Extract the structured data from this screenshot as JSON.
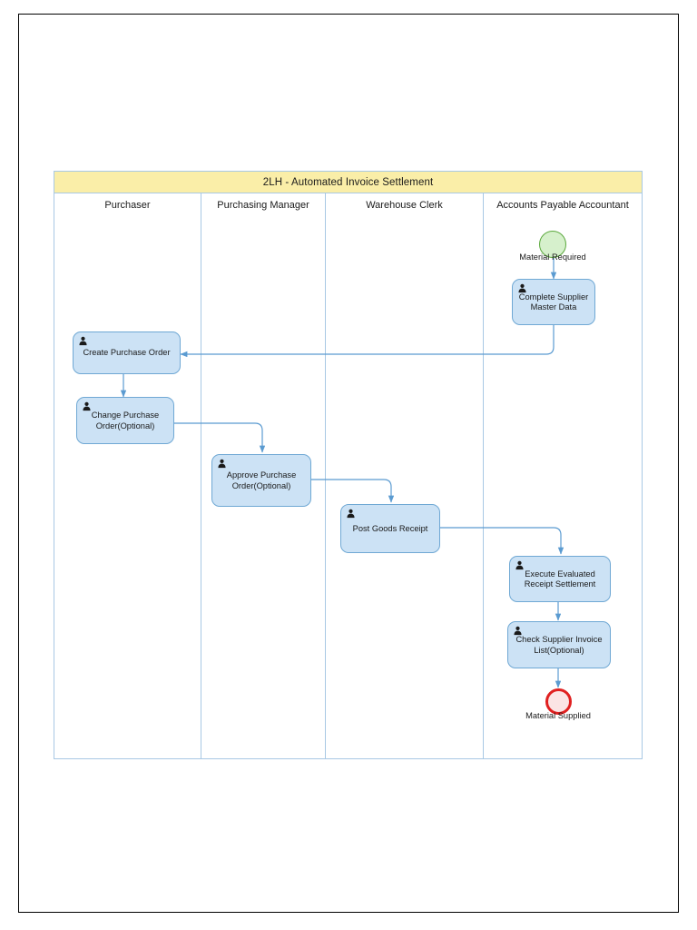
{
  "diagram": {
    "pool_title": "2LH - Automated Invoice Settlement",
    "lanes": [
      {
        "id": "purchaser",
        "label": "Purchaser"
      },
      {
        "id": "purchasing-manager",
        "label": "Purchasing Manager"
      },
      {
        "id": "warehouse-clerk",
        "label": "Warehouse Clerk"
      },
      {
        "id": "accounts-payable-accountant",
        "label": "Accounts Payable Accountant"
      }
    ],
    "events": [
      {
        "id": "start-material-required",
        "type": "start",
        "label": "Material Required"
      },
      {
        "id": "end-material-supplied",
        "type": "end",
        "label": "Material Supplied"
      }
    ],
    "tasks": [
      {
        "id": "complete-supplier-master-data",
        "label": "Complete Supplier Master Data",
        "lane": "accounts-payable-accountant",
        "marker": "user"
      },
      {
        "id": "create-purchase-order",
        "label": "Create Purchase Order",
        "lane": "purchaser",
        "marker": "user"
      },
      {
        "id": "change-purchase-order-optional",
        "label": "Change Purchase Order(Optional)",
        "lane": "purchaser",
        "marker": "user"
      },
      {
        "id": "approve-purchase-order-optional",
        "label": "Approve Purchase Order(Optional)",
        "lane": "purchasing-manager",
        "marker": "user"
      },
      {
        "id": "post-goods-receipt",
        "label": "Post Goods Receipt",
        "lane": "warehouse-clerk",
        "marker": "user"
      },
      {
        "id": "execute-evaluated-receipt-settlement",
        "label": "Execute Evaluated Receipt Settlement",
        "lane": "accounts-payable-accountant",
        "marker": "user"
      },
      {
        "id": "check-supplier-invoice-list-optional",
        "label": "Check Supplier Invoice List(Optional)",
        "lane": "accounts-payable-accountant",
        "marker": "user"
      }
    ],
    "flows": [
      {
        "from": "start-material-required",
        "to": "complete-supplier-master-data"
      },
      {
        "from": "complete-supplier-master-data",
        "to": "create-purchase-order"
      },
      {
        "from": "create-purchase-order",
        "to": "change-purchase-order-optional"
      },
      {
        "from": "change-purchase-order-optional",
        "to": "approve-purchase-order-optional"
      },
      {
        "from": "approve-purchase-order-optional",
        "to": "post-goods-receipt"
      },
      {
        "from": "post-goods-receipt",
        "to": "execute-evaluated-receipt-settlement"
      },
      {
        "from": "execute-evaluated-receipt-settlement",
        "to": "check-supplier-invoice-list-optional"
      },
      {
        "from": "check-supplier-invoice-list-optional",
        "to": "end-material-supplied"
      }
    ],
    "colors": {
      "pool_title_bg": "#faeea8",
      "lane_border": "#a8c8e4",
      "task_fill": "#cce2f5",
      "task_border": "#6fa8d4",
      "connector": "#5b9bd1",
      "start_fill": "#d6f0cc",
      "start_border": "#5aa83c",
      "end_fill": "#fbe4e4",
      "end_border": "#e02020",
      "page_border": "#000000"
    }
  }
}
